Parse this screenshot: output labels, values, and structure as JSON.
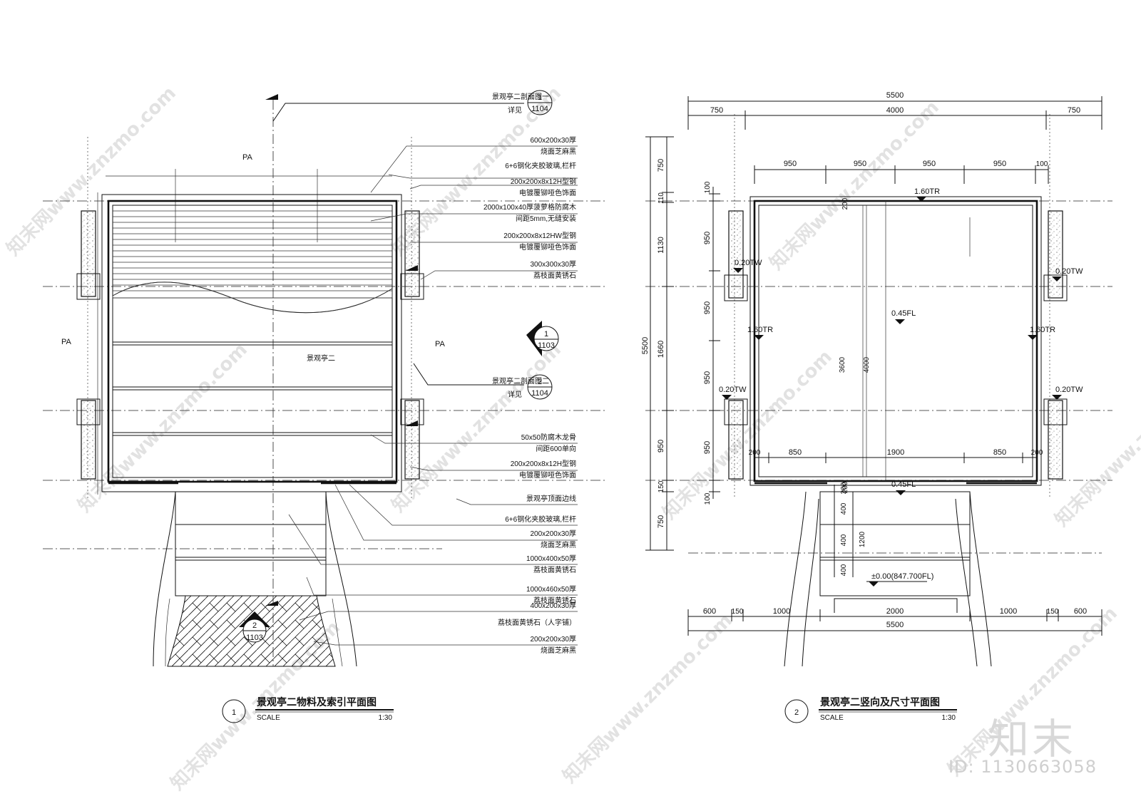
{
  "watermark": {
    "text": "知末网www.znzmo.com",
    "brand": "知末",
    "id_text": "ID: 1130663058"
  },
  "left_plan": {
    "number": "1",
    "title": "景观亭二物料及索引平面图",
    "scale_label": "SCALE",
    "scale": "1:30",
    "center_label": "景观亭二",
    "pa_labels": [
      "PA",
      "PA",
      "PA"
    ],
    "section_marks": [
      {
        "label": "景观亭二剖面图一",
        "sub": "详见",
        "num": "1",
        "sheet": "1104"
      },
      {
        "label": "景观亭二剖面图二",
        "sub": "详见",
        "num": "2",
        "sheet": "1104"
      }
    ],
    "elevation_marks": [
      {
        "num": "1",
        "sheet": "1103"
      },
      {
        "num": "2",
        "sheet": "1103"
      }
    ],
    "callouts": [
      {
        "line1": "600x200x30厚",
        "line2": "烧面芝麻黑"
      },
      {
        "line1": "6+6钢化夹胶玻璃,栏杆",
        "line2": ""
      },
      {
        "line1": "200x200x8x12H型钢",
        "line2": "电镀覆铆哑色饰面"
      },
      {
        "line1": "2000x100x40厚菠萝格防腐木",
        "line2": "间距5mm,无缝安装"
      },
      {
        "line1": "200x200x8x12HW型钢",
        "line2": "电镀覆铆哑色饰面"
      },
      {
        "line1": "300x300x30厚",
        "line2": "荔枝面黄锈石"
      },
      {
        "line1": "50x50防腐木龙骨",
        "line2": "间距600单向"
      },
      {
        "line1": "200x200x8x12H型钢",
        "line2": "电镀覆铆哑色饰面"
      },
      {
        "line1": "景观亭顶面边线",
        "line2": ""
      },
      {
        "line1": "6+6钢化夹胶玻璃,栏杆",
        "line2": ""
      },
      {
        "line1": "200x200x30厚",
        "line2": "烧面芝麻黑"
      },
      {
        "line1": "1000x400x50厚",
        "line2": "荔枝面黄锈石"
      },
      {
        "line1": "1000x460x50厚",
        "line2": "荔枝面黄锈石"
      },
      {
        "line1": "400x200x30厚",
        "line2": "荔枝面黄锈石（人字铺）"
      },
      {
        "line1": "200x200x30厚",
        "line2": "烧面芝麻黑"
      }
    ]
  },
  "right_plan": {
    "number": "2",
    "title": "景观亭二竖向及尺寸平面图",
    "scale_label": "SCALE",
    "scale": "1:30",
    "top_total": "5500",
    "top_parts": [
      "750",
      "4000",
      "750"
    ],
    "inner_parts": [
      "950",
      "950",
      "950",
      "950",
      "100"
    ],
    "bottom_inner": [
      "200",
      "850",
      "1900",
      "850",
      "200"
    ],
    "bottom_parts": [
      "600",
      "150",
      "1000",
      "2000",
      "1000",
      "150",
      "600"
    ],
    "bottom_total": "5500",
    "left_total": "5500",
    "left_parts": [
      "750",
      "110",
      "1130",
      "1660",
      "950",
      "150",
      "750"
    ],
    "left_inner": [
      "100",
      "950",
      "950",
      "950",
      "950",
      "100"
    ],
    "stair_parts": [
      "200",
      "400",
      "400",
      "400"
    ],
    "stair_total": "1200",
    "inner_vertical": [
      "3600",
      "4000",
      "200",
      "200"
    ],
    "levels": {
      "roof_top": "1.60TR",
      "roof_left": "1.60TR",
      "roof_right": "1.60TR",
      "floor": "0.45FL",
      "floor_edge": "0.45FL",
      "wall_tl": "0.20TW",
      "wall_tr": "0.20TW",
      "wall_bl": "0.20TW",
      "wall_br": "0.20TW",
      "datum": "±0.00(847.700FL)"
    }
  }
}
